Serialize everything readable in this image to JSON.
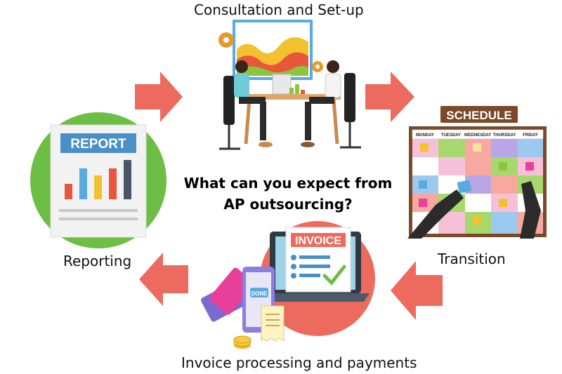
{
  "steps": {
    "consultation": "Consultation and Set-up",
    "transition": "Transition",
    "invoice": "Invoice processing and payments",
    "reporting": "Reporting"
  },
  "center": {
    "line1": "What can you expect from",
    "line2": "AP outsourcing?"
  },
  "illustrations": {
    "report_title": "REPORT",
    "schedule_title": "SCHEDULE",
    "schedule_days": [
      "MONDAY",
      "TUESDAY",
      "WEDNESDAY",
      "THURSDAY",
      "FRIDAY"
    ],
    "invoice_title": "INVOICE",
    "done_label": "DONE"
  },
  "colors": {
    "arrow": "#ec6b5e",
    "report_circle": "#6cbe45",
    "invoice_circle": "#ec6b5e",
    "report_banner": "#4a90c8",
    "schedule_board": "#7a4a2a"
  }
}
